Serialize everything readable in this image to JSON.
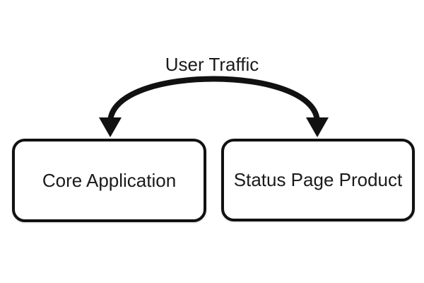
{
  "diagram": {
    "arrow_label": "User Traffic",
    "nodes": [
      {
        "label": "Core Application"
      },
      {
        "label": "Status Page Product"
      }
    ],
    "colors": {
      "stroke": "#111111",
      "box_fill": "#ffffff",
      "text": "#1a1a1a",
      "background": "#ffffff"
    }
  }
}
